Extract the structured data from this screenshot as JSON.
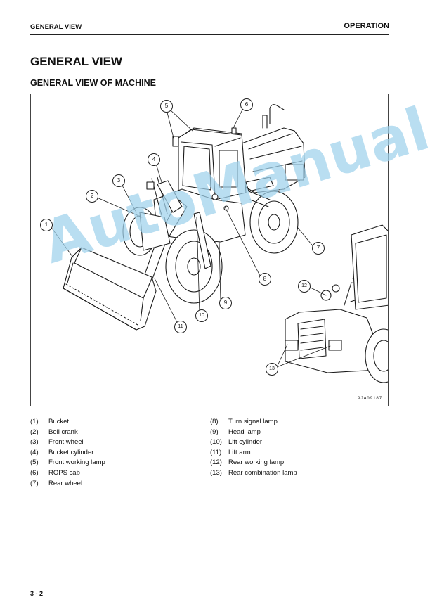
{
  "header": {
    "left": "GENERAL VIEW",
    "right": "OPERATION"
  },
  "title": "GENERAL VIEW",
  "subtitle": "GENERAL VIEW OF MACHINE",
  "figure": {
    "code": "9JA09187",
    "callouts": [
      "1",
      "2",
      "3",
      "4",
      "5",
      "6",
      "7",
      "8",
      "9",
      "10",
      "11",
      "12",
      "13"
    ]
  },
  "watermark": "AutoManual",
  "legend_left": [
    {
      "num": "(1)",
      "label": "Bucket"
    },
    {
      "num": "(2)",
      "label": "Bell crank"
    },
    {
      "num": "(3)",
      "label": "Front wheel"
    },
    {
      "num": "(4)",
      "label": "Bucket cylinder"
    },
    {
      "num": "(5)",
      "label": "Front working lamp"
    },
    {
      "num": "(6)",
      "label": "ROPS cab"
    },
    {
      "num": "(7)",
      "label": "Rear wheel"
    }
  ],
  "legend_right": [
    {
      "num": "(8)",
      "label": "Turn signal lamp"
    },
    {
      "num": "(9)",
      "label": "Head lamp"
    },
    {
      "num": "(10)",
      "label": "Lift cylinder"
    },
    {
      "num": "(11)",
      "label": "Lift arm"
    },
    {
      "num": "(12)",
      "label": "Rear working lamp"
    },
    {
      "num": "(13)",
      "label": "Rear combination lamp"
    }
  ],
  "footer": {
    "page": "3 - 2"
  }
}
